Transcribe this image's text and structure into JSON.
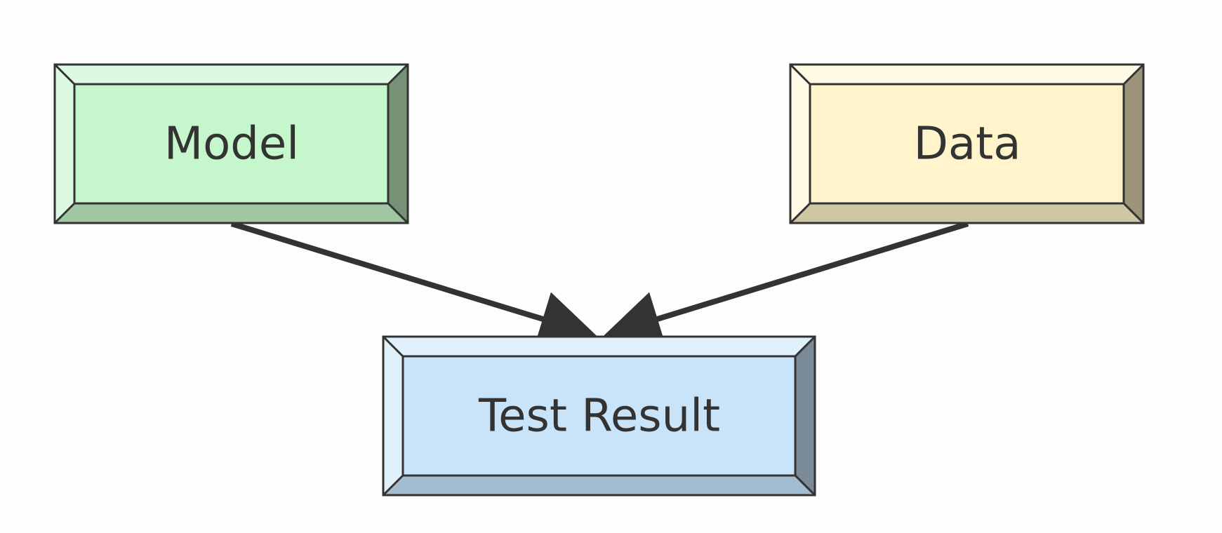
{
  "diagram": {
    "type": "flowchart",
    "nodes": [
      {
        "id": "model",
        "label": "Model",
        "color": "#c6f6cb"
      },
      {
        "id": "data",
        "label": "Data",
        "color": "#fff4cc"
      },
      {
        "id": "test_result",
        "label": "Test Result",
        "color": "#c9e4f8"
      }
    ],
    "edges": [
      {
        "from": "model",
        "to": "test_result"
      },
      {
        "from": "data",
        "to": "test_result"
      }
    ],
    "stroke_color": "#333333"
  }
}
